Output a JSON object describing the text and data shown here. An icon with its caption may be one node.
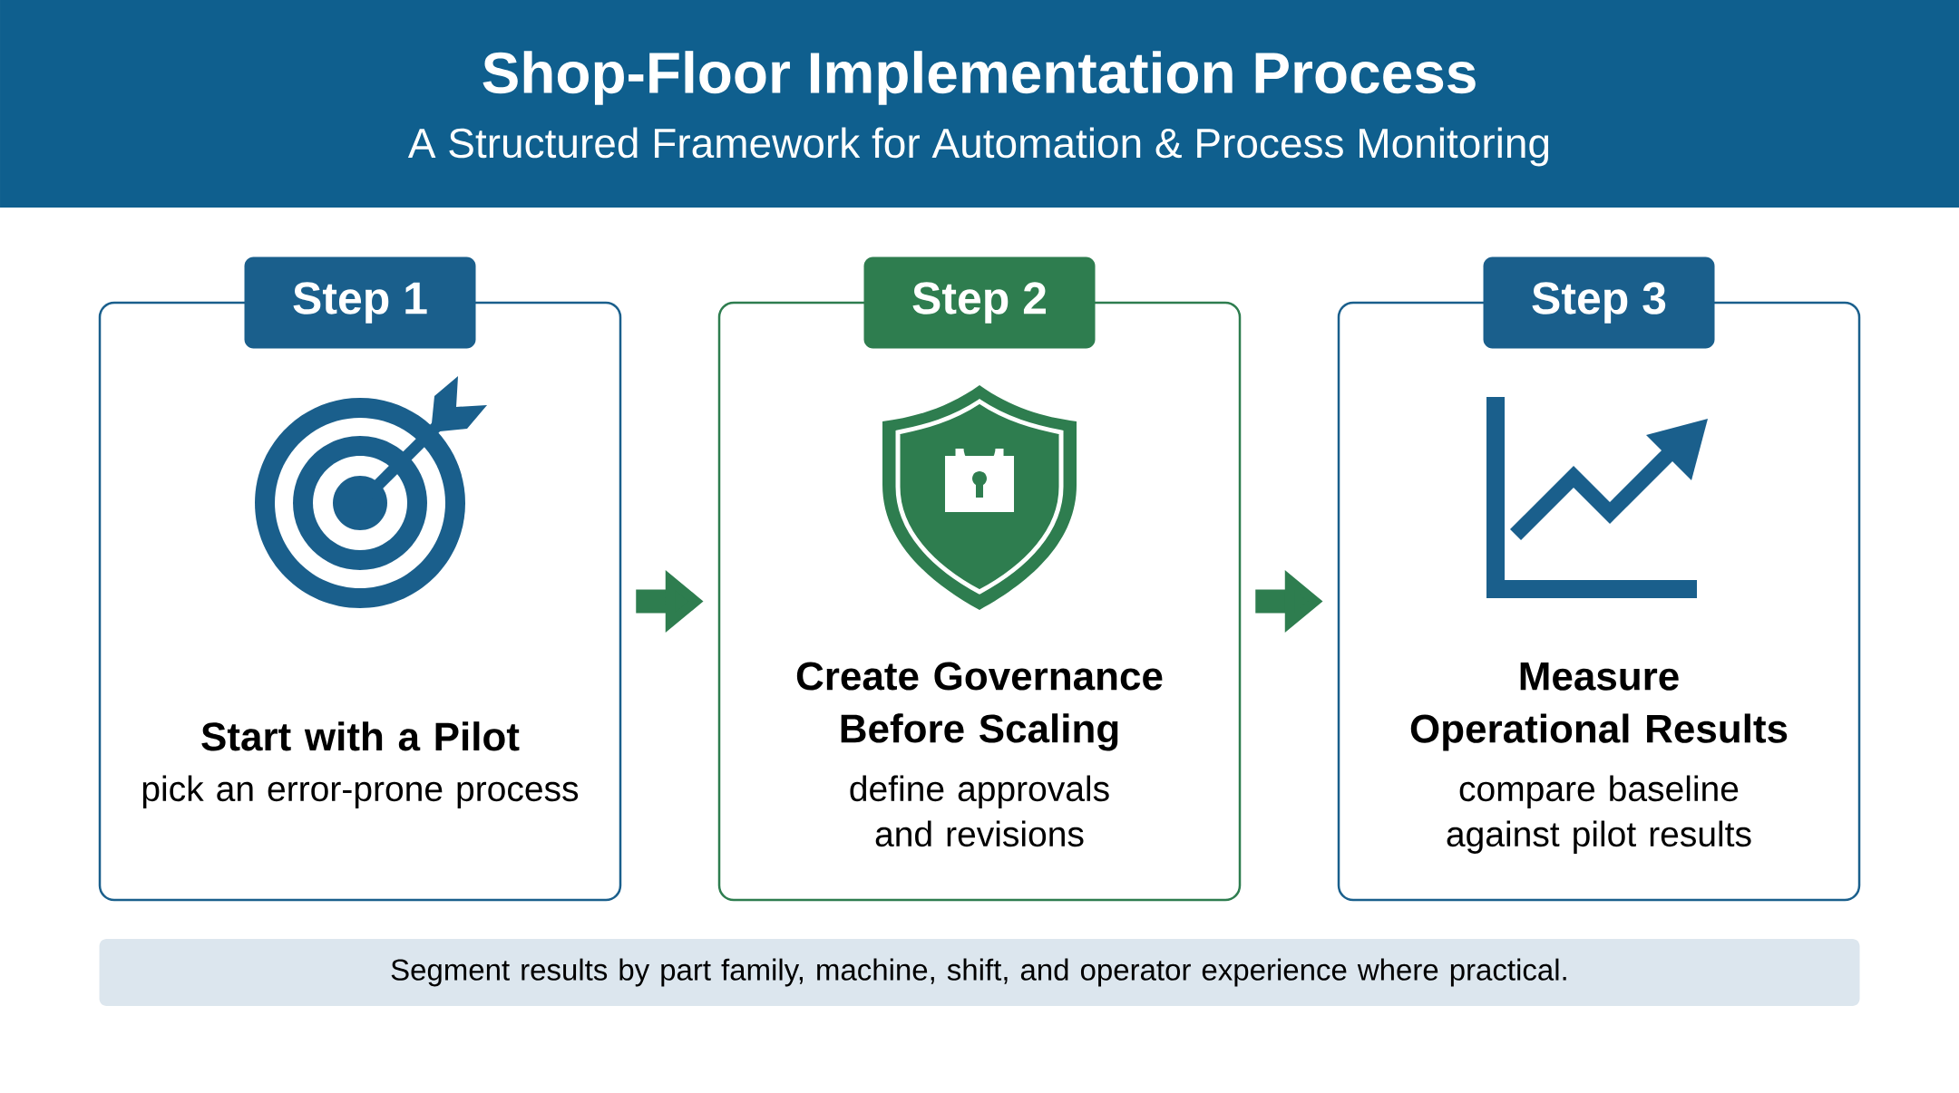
{
  "diagram": {
    "title": "Shop-Floor Implementation Process",
    "nodes": [
      {
        "text": [
          "Step 1",
          "Start with a Pilot",
          "pick an error-prone process"
        ]
      },
      {
        "text": [
          "Step 2",
          "Create Governance Before Scaling",
          "define approvals and revisions"
        ]
      },
      {
        "text": [
          "Step 3",
          "Measure Operational Results",
          "compare baseline against pilot results"
        ]
      },
      {
        "text": [
          "Segment results by part family, machine, shift, and operator experience where practical."
        ]
      }
    ],
    "edges": [
      {
        "from": 0,
        "to": 1,
        "arrow": "to"
      },
      {
        "from": 1,
        "to": 2,
        "arrow": "to"
      }
    ],
    "labels": [
      "A Structured Framework for Automation & Process Monitoring"
    ]
  }
}
